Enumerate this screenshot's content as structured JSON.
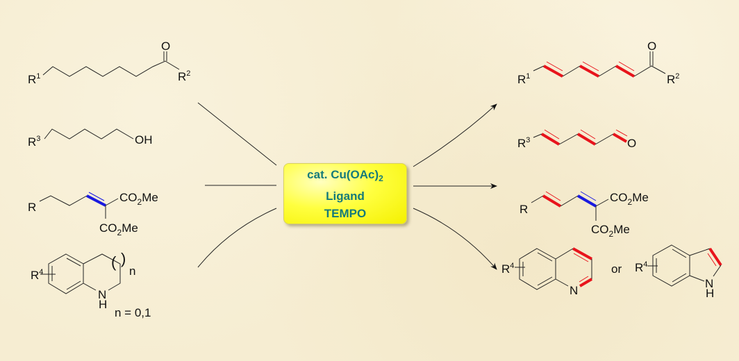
{
  "colors": {
    "background": "#f6edd2",
    "box": "#ffff40",
    "reagent_text": "#157a7a",
    "new_bond_red": "#e8141c",
    "existing_bond_blue": "#1a1ae0"
  },
  "reagents": {
    "line1_main": "cat. Cu(OAc)",
    "line1_sub": "2",
    "line2": "Ligand",
    "line3": "TEMPO"
  },
  "substrates": {
    "ketone": {
      "r_left": "R",
      "r_left_sup": "1",
      "oxygen": "O",
      "r_right": "R",
      "r_right_sup": "2"
    },
    "alcohol": {
      "r": "R",
      "r_sup": "3",
      "oh": "OH"
    },
    "malonate": {
      "r": "R",
      "ester1_a": "CO",
      "ester1_sub": "2",
      "ester1_b": "Me",
      "ester2_a": "CO",
      "ester2_sub": "2",
      "ester2_b": "Me"
    },
    "amine": {
      "r": "R",
      "r_sup": "4",
      "n_label": "N",
      "h_label": "H",
      "paren_open": "(",
      "paren_close": ")",
      "n_index": "n",
      "n_values": "n = 0,1"
    }
  },
  "products": {
    "trienone": {
      "r_left": "R",
      "r_left_sup": "1",
      "oxygen": "O",
      "r_right": "R",
      "r_right_sup": "2"
    },
    "dienal": {
      "r": "R",
      "r_sup": "3",
      "oxygen": "O"
    },
    "diene_malonate": {
      "r": "R",
      "ester1_a": "CO",
      "ester1_sub": "2",
      "ester1_b": "Me",
      "ester2_a": "CO",
      "ester2_sub": "2",
      "ester2_b": "Me"
    },
    "quinoline": {
      "r": "R",
      "r_sup": "4",
      "n_label": "N"
    },
    "or_label": "or",
    "indole": {
      "r": "R",
      "r_sup": "4",
      "n_label": "N",
      "h_label": "H"
    }
  }
}
